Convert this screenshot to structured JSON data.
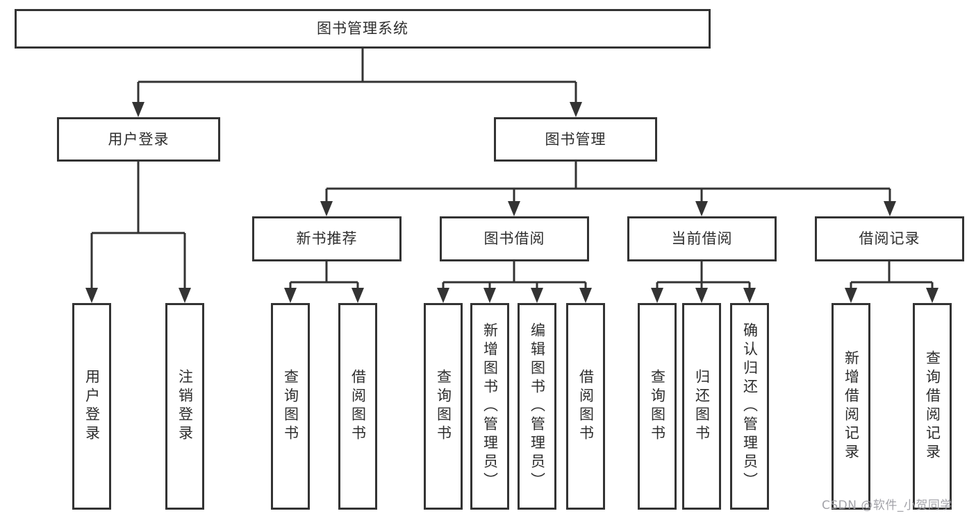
{
  "diagram": {
    "type": "tree",
    "root": {
      "label": "图书管理系统",
      "children": [
        {
          "label": "用户登录",
          "children": [
            {
              "label": "用户登录"
            },
            {
              "label": "注销登录"
            }
          ]
        },
        {
          "label": "图书管理",
          "children": [
            {
              "label": "新书推荐",
              "children": [
                {
                  "label": "查询图书"
                },
                {
                  "label": "借阅图书"
                }
              ]
            },
            {
              "label": "图书借阅",
              "children": [
                {
                  "label": "查询图书"
                },
                {
                  "label": "新增图书（管理员）"
                },
                {
                  "label": "编辑图书（管理员）"
                },
                {
                  "label": "借阅图书"
                }
              ]
            },
            {
              "label": "当前借阅",
              "children": [
                {
                  "label": "查询图书"
                },
                {
                  "label": "归还图书"
                },
                {
                  "label": "确认归还（管理员）"
                }
              ]
            },
            {
              "label": "借阅记录",
              "children": [
                {
                  "label": "新增借阅记录"
                },
                {
                  "label": "查询借阅记录"
                }
              ]
            }
          ]
        }
      ]
    }
  },
  "watermark": {
    "text": "CSDN @软件_小贺同学"
  },
  "colors": {
    "line": "#333333",
    "box_border": "#333333",
    "background": "#ffffff",
    "text": "#2d2d2d",
    "watermark": "#9e9ea4"
  }
}
